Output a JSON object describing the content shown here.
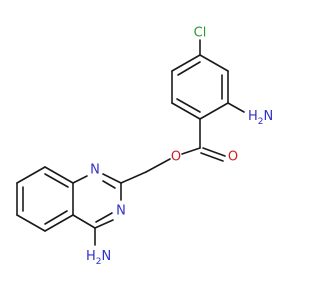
{
  "molecule": {
    "atoms": {
      "chlorine": {
        "symbol": "Cl"
      },
      "amino_benzoate": {
        "symbol": "N",
        "hydrogen": "H",
        "count": "2"
      },
      "ester_oxygen": {
        "symbol": "O"
      },
      "carbonyl_oxygen": {
        "symbol": "O"
      },
      "ring_nitrogen_1": {
        "symbol": "N"
      },
      "ring_nitrogen_3": {
        "symbol": "N"
      },
      "amino_quinazoline": {
        "symbol": "N",
        "hydrogen": "H",
        "count": "2"
      }
    },
    "colors": {
      "bond": "#1a1a1a",
      "nitrogen": "#3030cc",
      "oxygen": "#cc2020",
      "chlorine": "#2a9a2a"
    }
  }
}
